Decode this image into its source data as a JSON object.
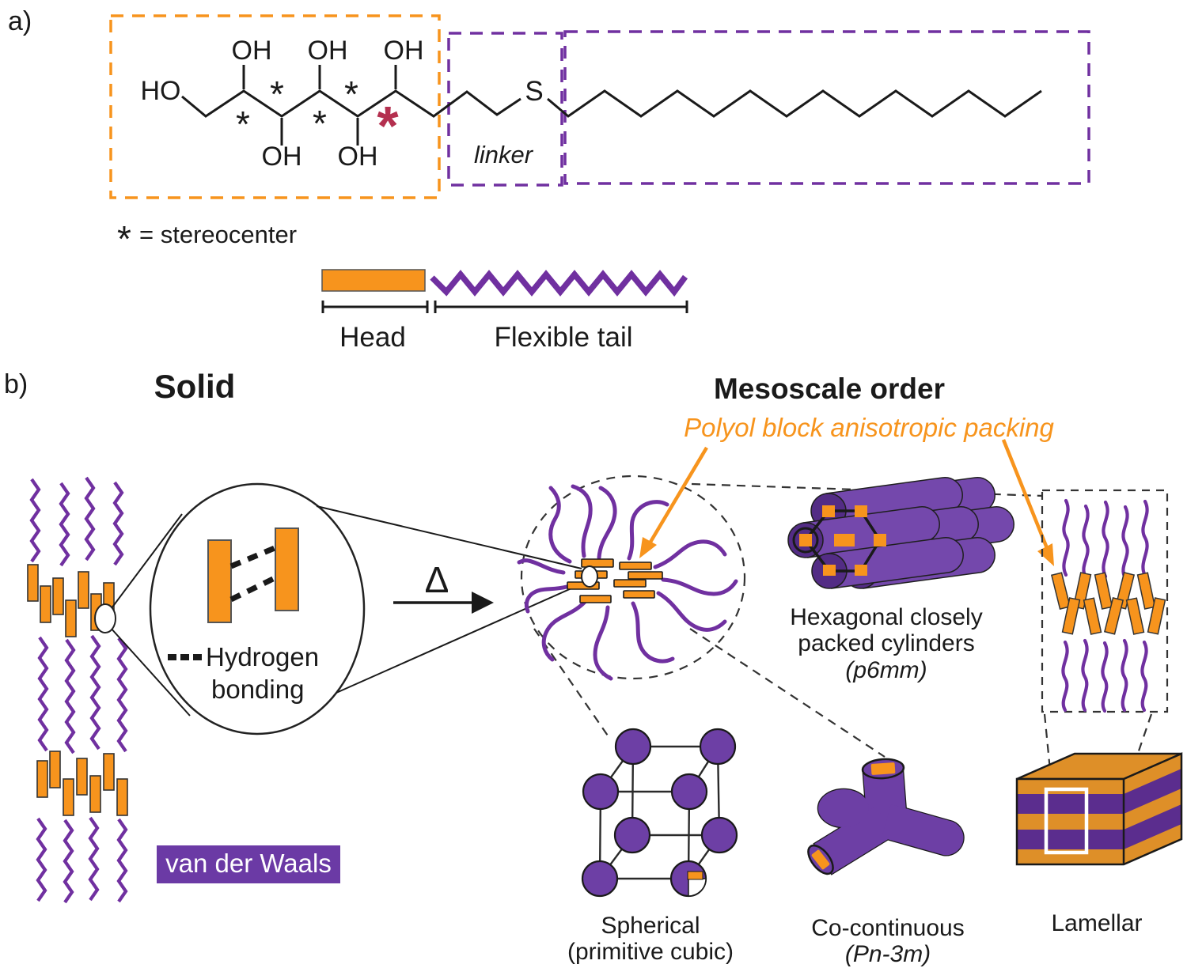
{
  "colors": {
    "orange": "#F7941D",
    "purple_line": "#7030A0",
    "purple_solid": "#6D3FA5",
    "purple_face": "#532C85",
    "cylinder_body": "#7448AC",
    "lamellar_orange": "#DE8F28",
    "lamellar_purple": "#5B2D8E",
    "red_asterisk": "#B4304F",
    "vdw_box": "#6B3AA5",
    "text": "#1a1a1a"
  },
  "panel_a": {
    "label": "a)",
    "molecule": {
      "ho_label": "HO",
      "oh_label": "OH",
      "sulfur_label": "S",
      "linker_label": "linker",
      "asterisk": "*"
    },
    "legend": {
      "asterisk": "*",
      "equals_text": "= stereocenter"
    },
    "schematic": {
      "head_label": "Head",
      "tail_label": "Flexible tail"
    }
  },
  "panel_b": {
    "label": "b)",
    "solid_title": "Solid",
    "meso_title": "Mesoscale order",
    "meso_subtitle": "Polyol block anisotropic packing",
    "heat_symbol": "Δ",
    "hbond_label_line1": "Hydrogen",
    "hbond_label_line2": "bonding",
    "vdw_label": "van der Waals",
    "structures": {
      "hexagonal": {
        "line1": "Hexagonal closely",
        "line2": "packed cylinders",
        "line3": "(p6mm)"
      },
      "spherical": {
        "line1": "Spherical",
        "line2": "(primitive cubic)"
      },
      "cocontinuous": {
        "line1": "Co-continuous",
        "line2": "(Pn-3m)"
      },
      "lamellar": {
        "label": "Lamellar"
      }
    }
  }
}
